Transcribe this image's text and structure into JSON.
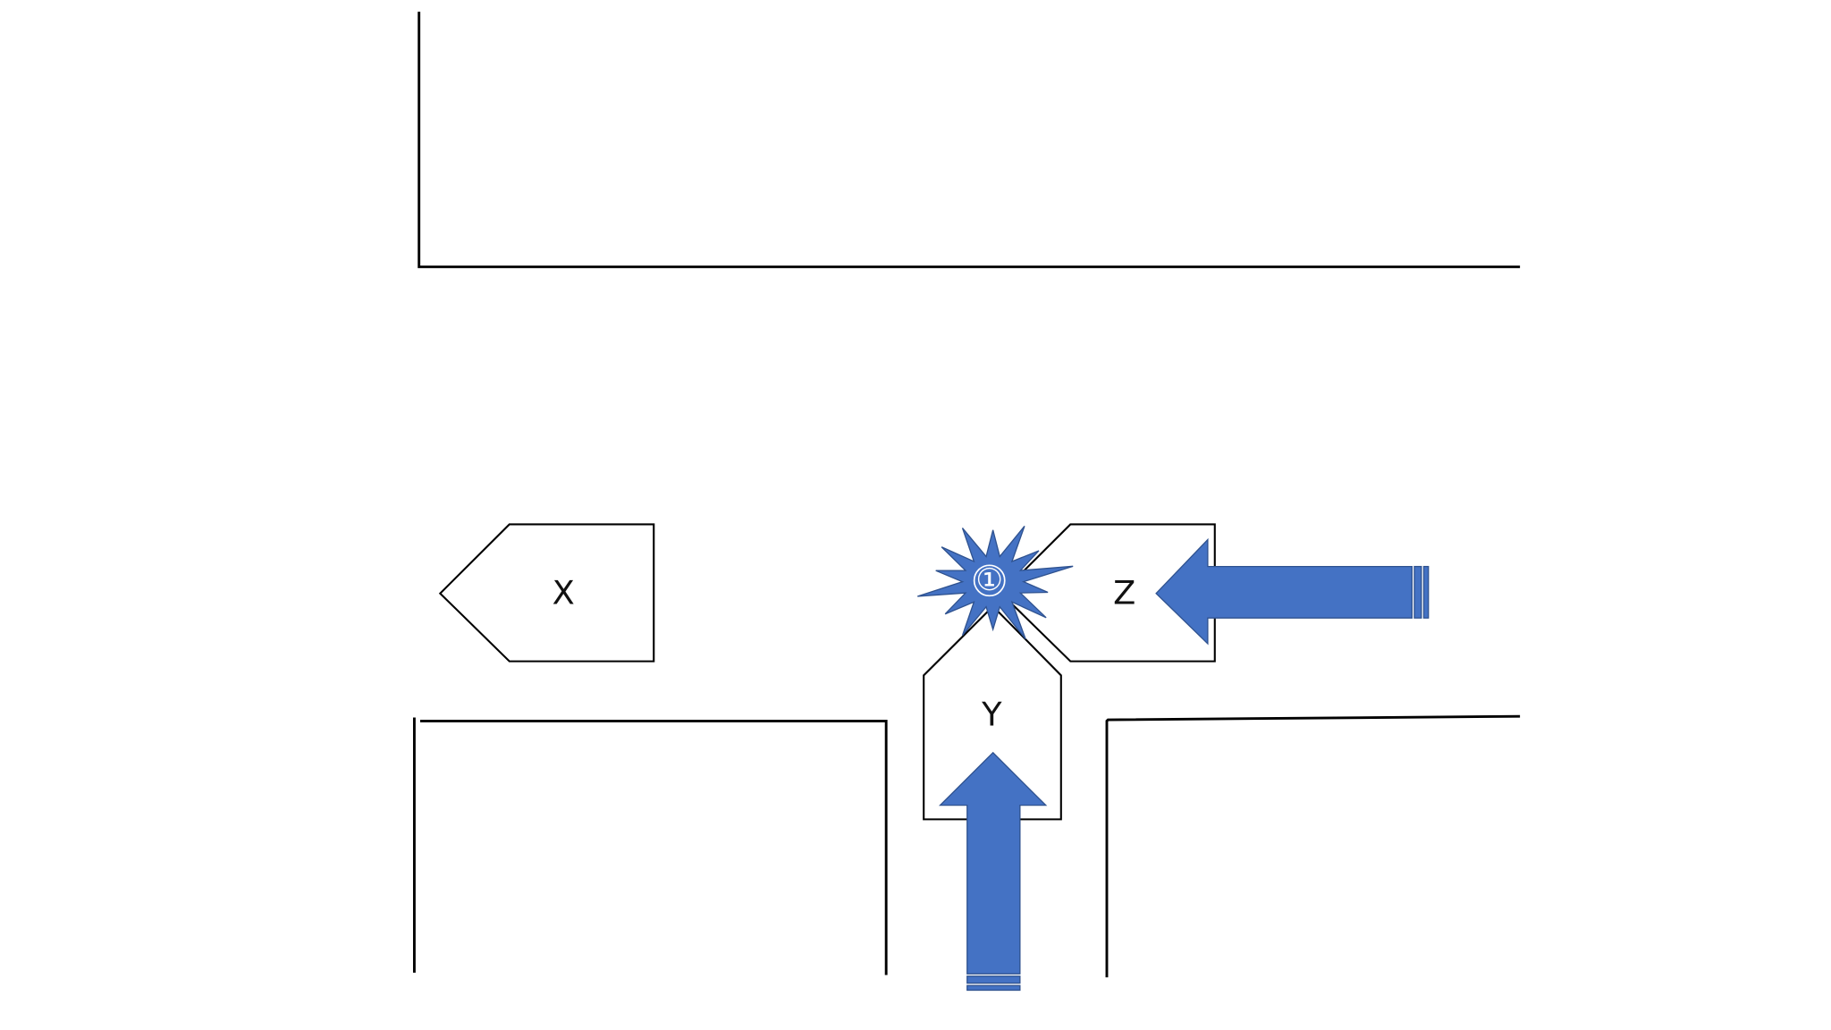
{
  "vehicles": [
    {
      "id": "x",
      "label": "X"
    },
    {
      "id": "y",
      "label": "Y"
    },
    {
      "id": "z",
      "label": "Z"
    }
  ],
  "collision": {
    "label": "①"
  },
  "colors": {
    "arrow": "#4472c4",
    "road": "#000000"
  }
}
